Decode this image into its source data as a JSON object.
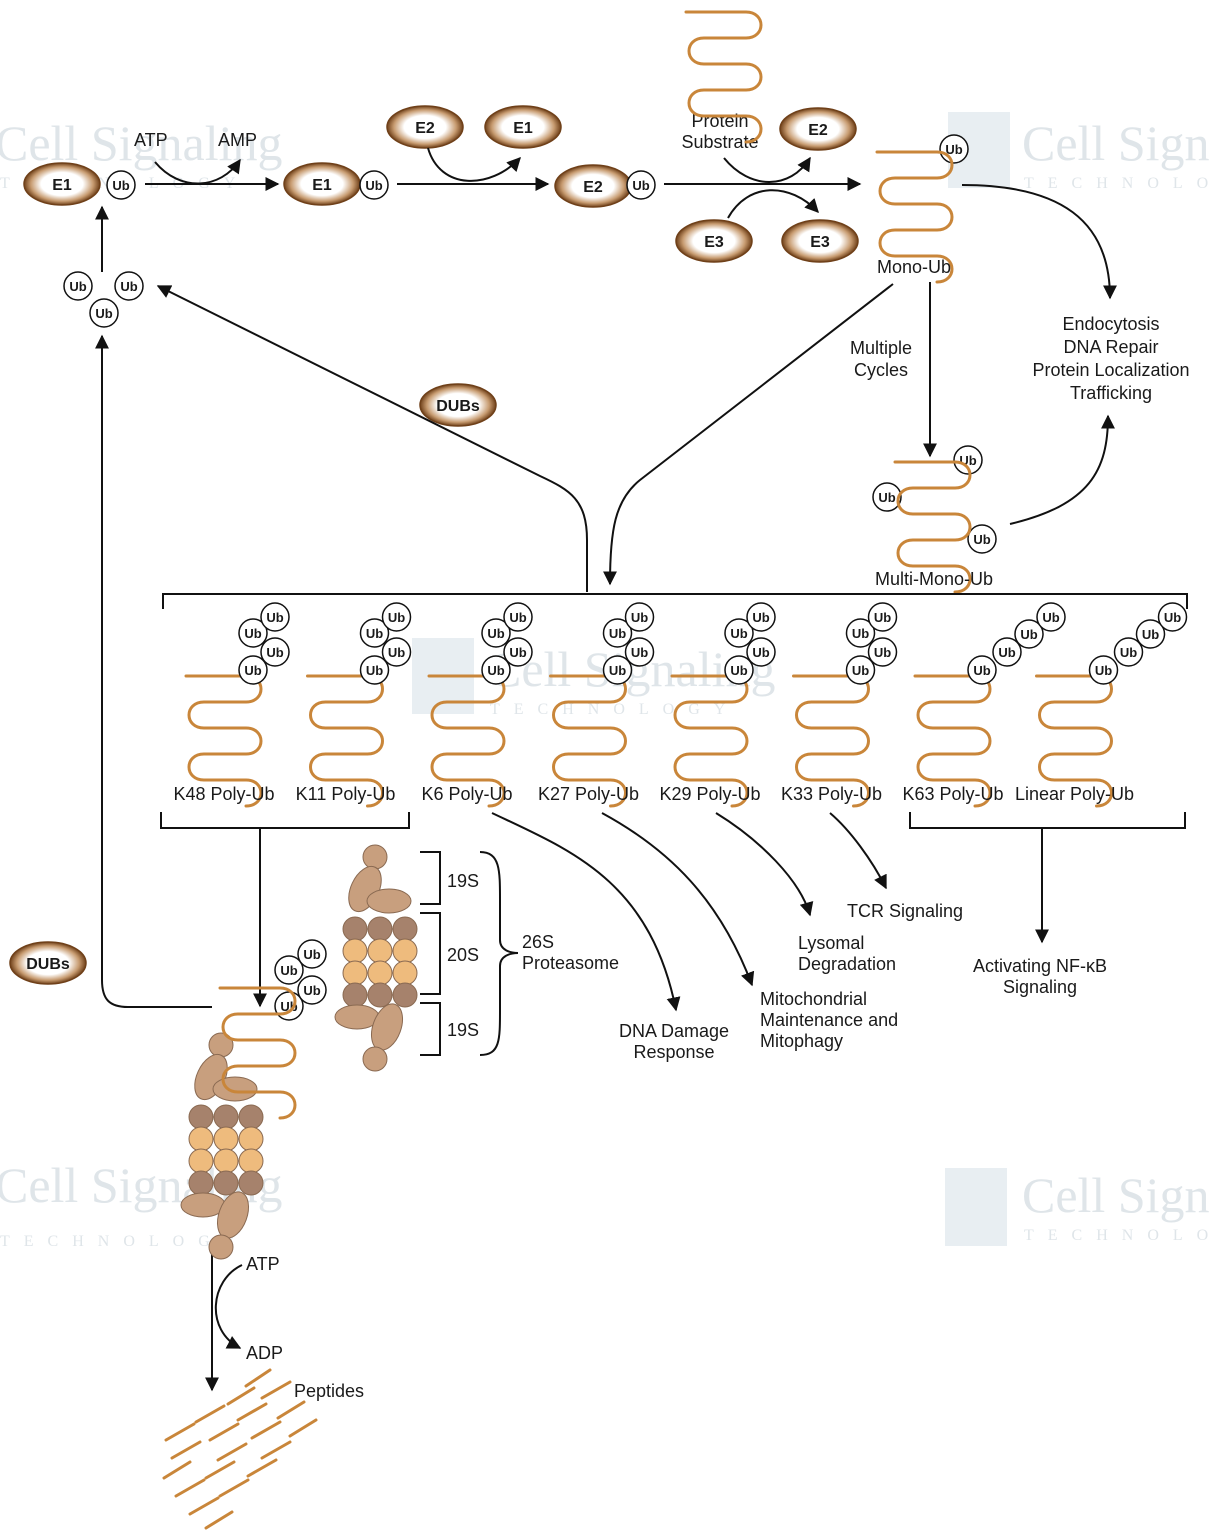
{
  "watermark": {
    "brand": "Cell Signaling",
    "sub": "TECHNOLOGY"
  },
  "colors": {
    "protein": "#c9863a",
    "enzyme_rim": "#7a4a22",
    "enzyme_fill": "#ffffff",
    "proteasome_dark": "#a6826c",
    "proteasome_light": "#eebb7d",
    "proteasome_cap": "#c89f7e",
    "line": "#111111"
  },
  "cycle": {
    "atp": "ATP",
    "amp": "AMP",
    "e1": "E1",
    "e2": "E2",
    "e3": "E3",
    "ub": "Ub",
    "protein_substrate": [
      "Protein",
      "Substrate"
    ],
    "mono_ub": "Mono-Ub",
    "multiple_cycles": [
      "Multiple",
      "Cycles"
    ],
    "multi_mono_ub": "Multi-Mono-Ub",
    "mono_functions": [
      "Endocytosis",
      "DNA Repair",
      "Protein Localization",
      "Trafficking"
    ],
    "dubs": "DUBs"
  },
  "poly_chains": [
    {
      "label": "K48 Poly-Ub",
      "style": "branched"
    },
    {
      "label": "K11 Poly-Ub",
      "style": "branched"
    },
    {
      "label": "K6 Poly-Ub",
      "style": "branched"
    },
    {
      "label": "K27 Poly-Ub",
      "style": "branched"
    },
    {
      "label": "K29 Poly-Ub",
      "style": "branched"
    },
    {
      "label": "K33 Poly-Ub",
      "style": "branched"
    },
    {
      "label": "K63 Poly-Ub",
      "style": "linear"
    },
    {
      "label": "Linear Poly-Ub",
      "style": "linear"
    }
  ],
  "outcomes": {
    "tcr": "TCR Signaling",
    "lysosomal": [
      "Lysomal",
      "Degradation"
    ],
    "mito": [
      "Mitochondrial",
      "Maintenance and",
      "Mitophagy"
    ],
    "dna_damage": [
      "DNA Damage",
      "Response"
    ],
    "nfkb": [
      "Activating NF-κB",
      "Signaling"
    ]
  },
  "proteasome": {
    "cap_top": "19S",
    "core": "20S",
    "cap_bottom": "19S",
    "complex": [
      "26S",
      "Proteasome"
    ],
    "atp": "ATP",
    "adp": "ADP",
    "peptides": "Peptides"
  }
}
